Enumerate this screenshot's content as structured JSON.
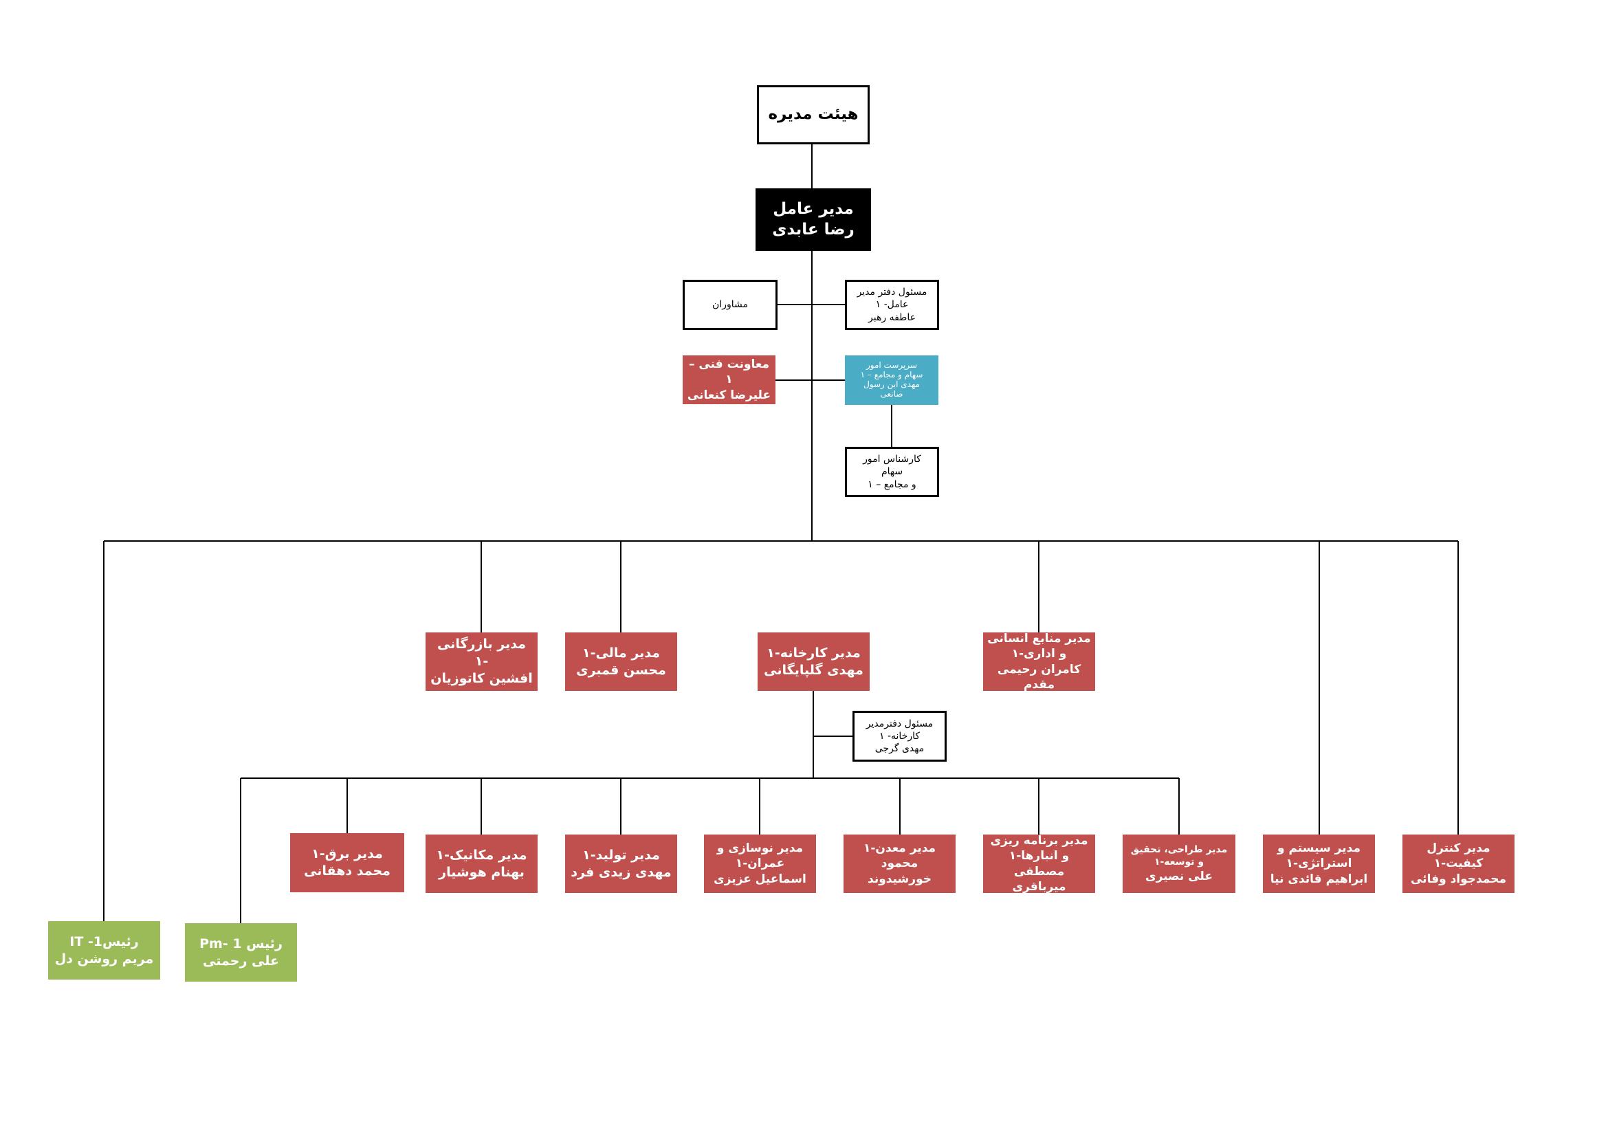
{
  "chart": {
    "board": {
      "lines": [
        "هیئت مدیره"
      ]
    },
    "ceo": {
      "lines": [
        "مدیر عامل",
        "رضا عابدی"
      ]
    },
    "advisors": {
      "lines": [
        "مشاوران"
      ]
    },
    "ceo_office": {
      "lines": [
        "مسئول دفتر مدیر",
        "عامل- ۱",
        "عاطفه رهبر"
      ]
    },
    "technical_deputy": {
      "lines": [
        "معاونت فنی – ۱",
        "علیرضا کنعانی"
      ]
    },
    "shares_supervisor": {
      "lines": [
        "سرپرست امور",
        "سهام و مجامع – ۱",
        "مهدی ابن رسول",
        "صانعی"
      ]
    },
    "shares_expert": {
      "lines": [
        "کارشناس امور سهام",
        "و مجامع – ۱"
      ]
    },
    "commerce_manager": {
      "lines": [
        "مدیر بازرگانی -۱",
        "افشین کاتوزیان"
      ]
    },
    "finance_manager": {
      "lines": [
        "مدیر مالی-۱",
        "محسن قمبری"
      ]
    },
    "factory_manager": {
      "lines": [
        "مدیر کارخانه-۱",
        "مهدی گلپایگانی"
      ]
    },
    "hr_manager": {
      "lines": [
        "مدیر منابع انسانی",
        "و اداری-۱",
        "کامران رحیمی مقدم"
      ]
    },
    "factory_office": {
      "lines": [
        "مسئول دفترمدیر",
        "کارخانه- ۱",
        "مهدی گرجی"
      ]
    },
    "electrical_manager": {
      "lines": [
        "مدیر برق-۱",
        "محمد دهقانی"
      ]
    },
    "mechanical_manager": {
      "lines": [
        "مدیر مکانیک-۱",
        "بهنام هوشیار"
      ]
    },
    "production_manager": {
      "lines": [
        "مدیر تولید-۱",
        "مهدی زیدی فرد"
      ]
    },
    "renovation_manager": {
      "lines": [
        "مدیر نوسازی و",
        "عمران-۱",
        "اسماعیل عزیزی"
      ]
    },
    "mine_manager": {
      "lines": [
        "مدیر معدن-۱",
        "محمود",
        "خورشیدوند"
      ]
    },
    "planning_manager": {
      "lines": [
        "مدیر برنامه ریزی",
        "و انبارها-۱",
        "مصطفی میرباقری"
      ]
    },
    "rnd_manager": {
      "lines": [
        "مدیر طراحی، تحقیق",
        "و توسعه-۱",
        "علی نصیری"
      ]
    },
    "systems_manager": {
      "lines": [
        "مدیر سیستم و",
        "استراتژی-۱",
        "ابراهیم قائدی نیا"
      ]
    },
    "qc_manager": {
      "lines": [
        "مدیر کنترل",
        "کیفیت-۱",
        "محمدجواد وفائی"
      ]
    },
    "it_head": {
      "lines": [
        "رئیسIT -1",
        "مریم روشن دل"
      ]
    },
    "pm_head": {
      "lines": [
        "رئیس Pm- 1",
        "علی رحمتی"
      ]
    }
  },
  "colors": {
    "red": "#c0504d",
    "blue": "#4bacc6",
    "green": "#9bbb59",
    "black": "#000000"
  }
}
